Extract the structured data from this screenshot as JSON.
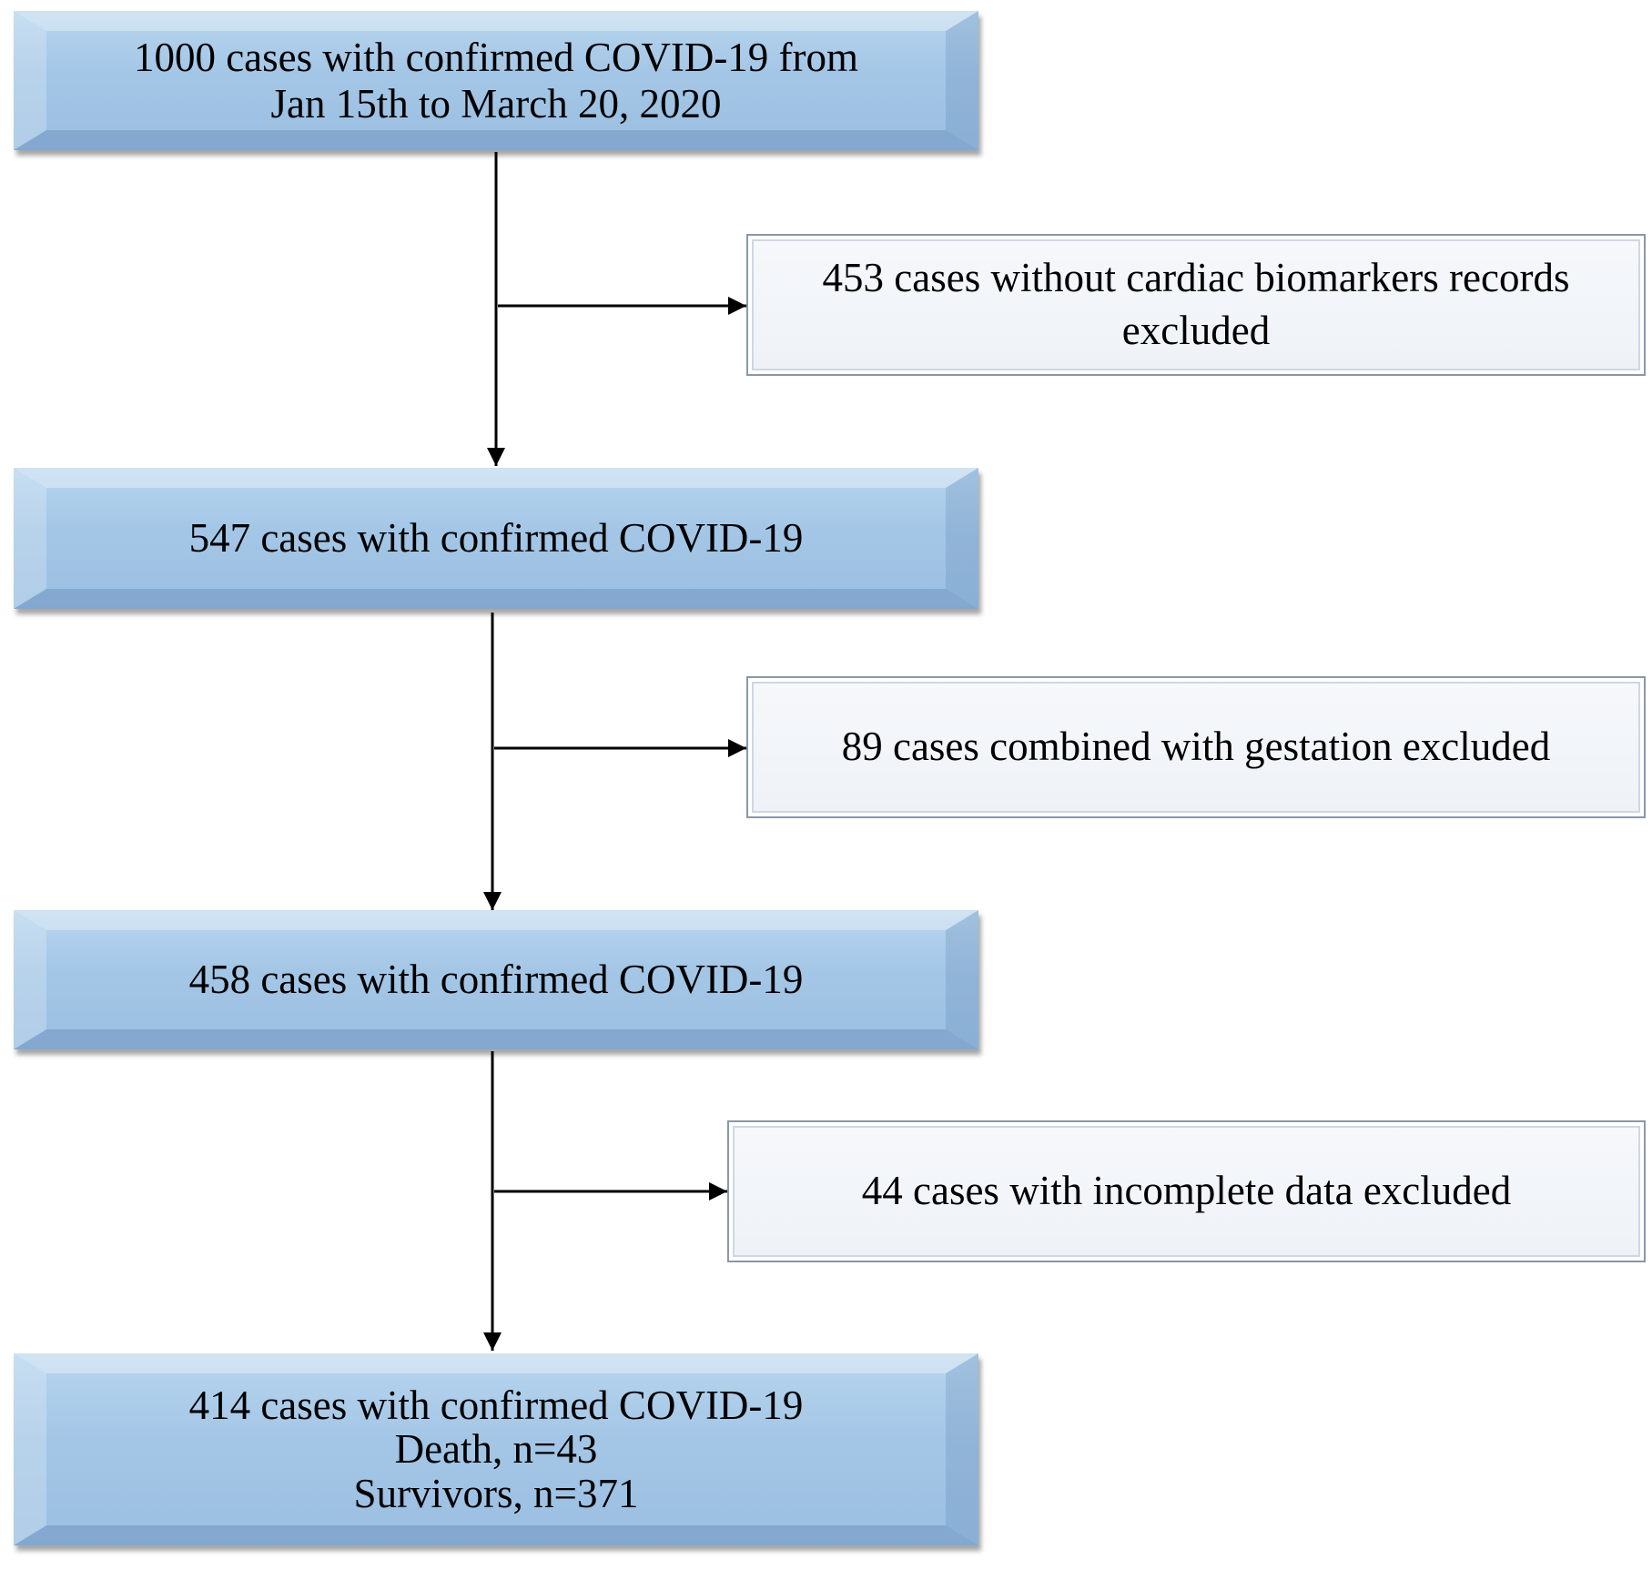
{
  "steps": [
    {
      "lines": [
        "1000 cases with confirmed COVID-19 from",
        "Jan 15th to March 20, 2020"
      ]
    },
    {
      "lines": [
        "547 cases with confirmed COVID-19"
      ]
    },
    {
      "lines": [
        "458 cases with confirmed COVID-19"
      ]
    },
    {
      "lines": [
        "414 cases with confirmed COVID-19",
        "Death, n=43",
        "Survivors, n=371"
      ]
    }
  ],
  "exclusions": [
    {
      "lines": [
        "453 cases without cardiac biomarkers records",
        "excluded"
      ]
    },
    {
      "lines": [
        "89 cases combined with gestation excluded"
      ]
    },
    {
      "lines": [
        "44 cases with incomplete data excluded"
      ]
    }
  ]
}
